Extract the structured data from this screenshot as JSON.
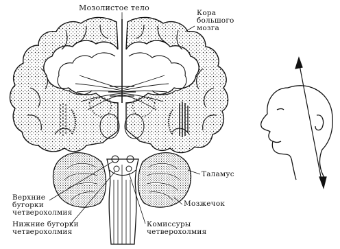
{
  "labels": {
    "corpus_callosum": "Мозолистое тело",
    "cortex": "Кора\nбольшого\nмозга",
    "thalamus": "Таламус",
    "cerebellum": "Мозжечок",
    "superior_colliculi": "Верхние\nбугорки\nчетверохолмия",
    "inferior_colliculi": "Нижние бугорки\nчетверохолмия",
    "commissures": "Комиссуры\nчетверохолмия"
  },
  "colors": {
    "ink": "#111111",
    "background": "#ffffff"
  }
}
